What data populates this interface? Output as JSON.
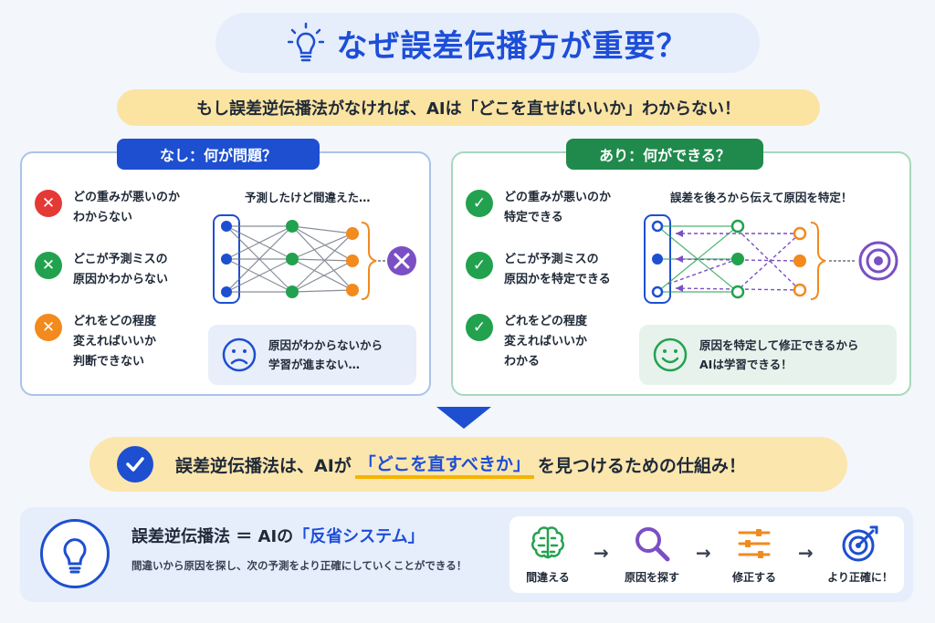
{
  "title": "なぜ誤差伝播方が重要？",
  "subtitle": "もし誤差逆伝播法がなければ、AIは「どこを直せばいいか」わからない！",
  "without": {
    "header": "なし：何が問題？",
    "items": [
      {
        "line1": "どの重みが悪いのか",
        "line2": "わからない",
        "line3": ""
      },
      {
        "line1": "どこが予測ミスの",
        "line2": "原因かわからない",
        "line3": ""
      },
      {
        "line1": "どれをどの程度",
        "line2": "変えればいいか",
        "line3": "判断できない"
      }
    ],
    "diagram_caption": "予測したけど間違えた…",
    "note_line1": "原因がわからないから",
    "note_line2": "学習が進まない…"
  },
  "with": {
    "header": "あり：何ができる？",
    "items": [
      {
        "line1": "どの重みが悪いのか",
        "line2": "特定できる",
        "line3": ""
      },
      {
        "line1": "どこが予測ミスの",
        "line2": "原因かを特定できる",
        "line3": ""
      },
      {
        "line1": "どれをどの程度",
        "line2": "変えればいいか",
        "line3": "わかる"
      }
    ],
    "diagram_caption": "誤差を後ろから伝えて原因を特定！",
    "note_line1": "原因を特定して修正できるから",
    "note_line2": "AIは学習できる！"
  },
  "conclusion": {
    "before": "誤差逆伝播法は、AIが",
    "highlight": "「どこを直すべきか」",
    "after": "を見つけるための仕組み！"
  },
  "summary": {
    "title_before": "誤差逆伝播法 ＝ AIの",
    "title_highlight": "「反省システム」",
    "description": "間違いから原因を探し、次の予測をより正確にしていくことができる！",
    "steps": [
      {
        "label": "間違える",
        "icon": "brain-icon"
      },
      {
        "label": "原因を探す",
        "icon": "magnifier-icon"
      },
      {
        "label": "修正する",
        "icon": "sliders-icon"
      },
      {
        "label": "より正確に！",
        "icon": "target-icon"
      }
    ],
    "arrow": "→"
  },
  "colors": {
    "blue": "#1d4fd0",
    "green": "#22a24e",
    "orange": "#f28a1d",
    "red": "#e53935",
    "purple": "#7b4fc4",
    "yellow": "#fbe3a1"
  }
}
